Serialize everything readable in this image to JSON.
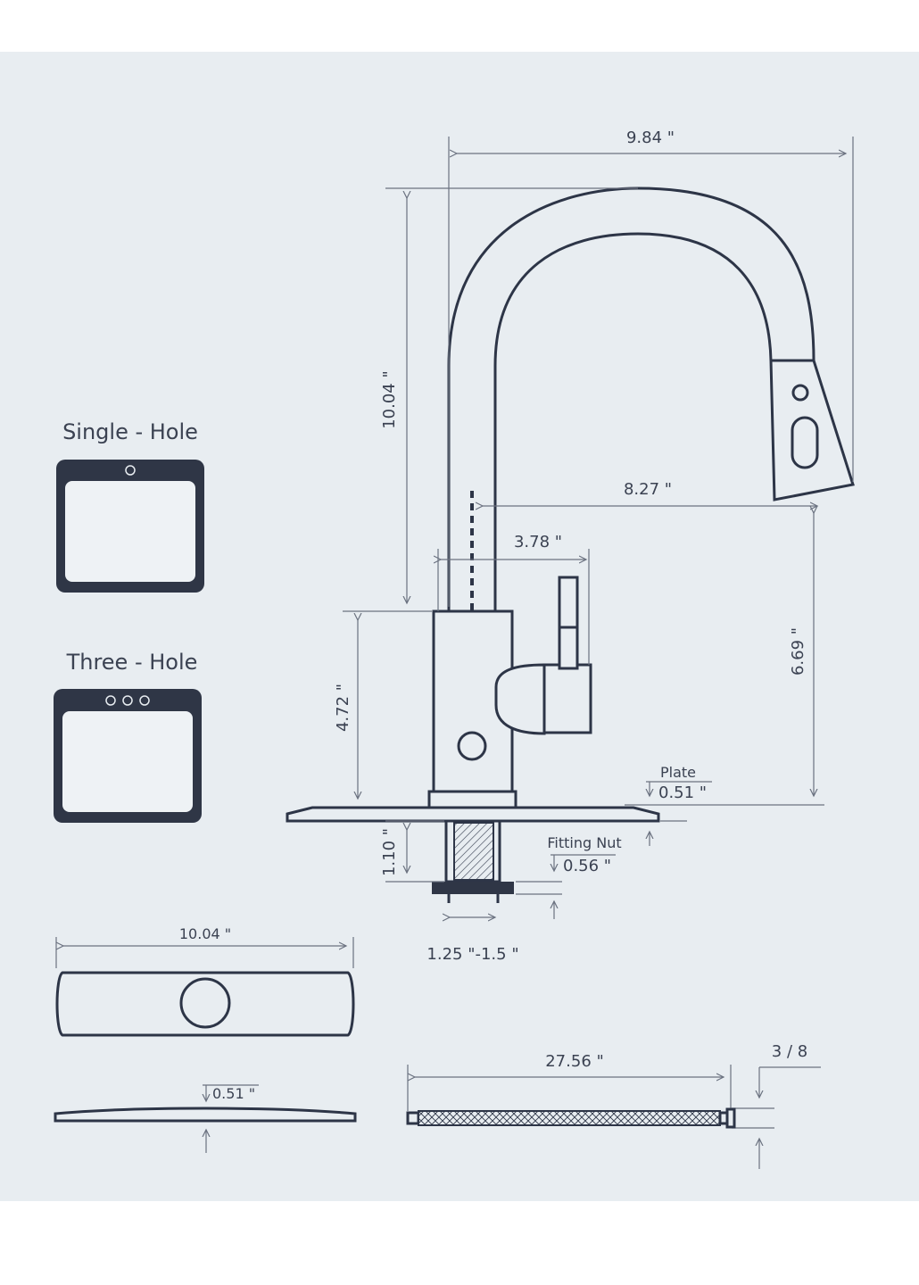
{
  "colors": {
    "background": "#e8edf1",
    "line": "#2d3547",
    "dimension": "#6b7280"
  },
  "labels": {
    "single_hole": "Single - Hole",
    "three_hole": "Three - Hole",
    "plate": "Plate",
    "fitting_nut": "Fitting Nut"
  },
  "dimensions": {
    "spout_reach": "9.84 \"",
    "total_height": "10.04 \"",
    "spout_to_aerator": "8.27 \"",
    "handle_offset": "3.78 \"",
    "base_height": "4.72 \"",
    "aerator_height": "6.69 \"",
    "plate_thickness": "0.51 \"",
    "shank_length": "1.10 \"",
    "fitting_nut_thickness": "0.56 \"",
    "hole_diameter": "1.25 \"-1.5 \"",
    "deck_plate_length": "10.04 \"",
    "deck_plate_thickness": "0.51 \"",
    "hose_length": "27.56 \"",
    "hose_connector": "3 / 8"
  }
}
